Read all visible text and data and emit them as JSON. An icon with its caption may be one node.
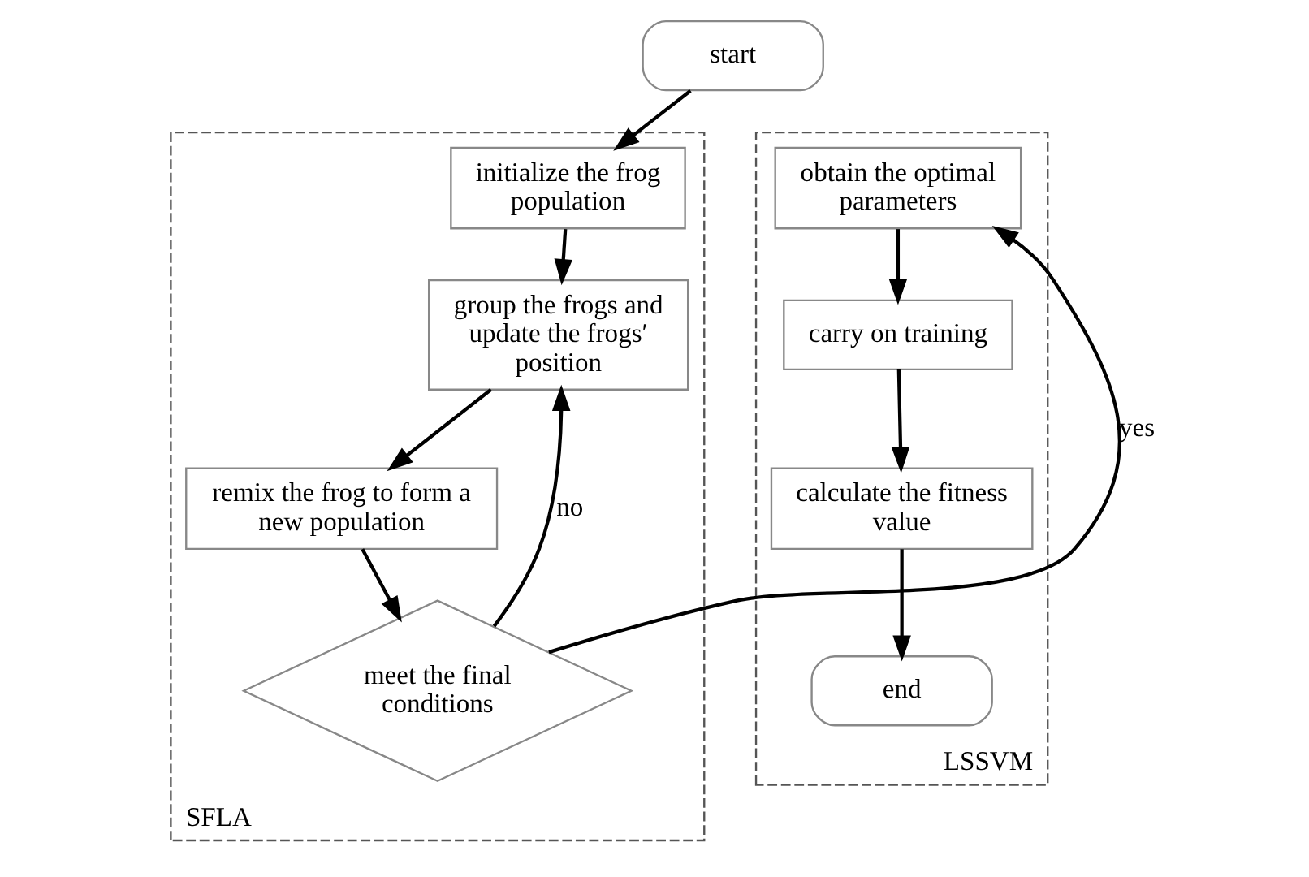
{
  "diagram": {
    "nodes": [
      {
        "text": [
          "start"
        ]
      },
      {
        "text": [
          "SFLA"
        ]
      },
      {
        "text": [
          "initialize the frog population"
        ],
        "in": 1
      },
      {
        "text": [
          "group the frogs and update the frogs′ position"
        ],
        "in": 1
      },
      {
        "text": [
          "remix the frog to form a new population"
        ],
        "in": 1
      },
      {
        "text": [
          "meet the final conditions"
        ],
        "in": 1
      },
      {
        "text": [
          "LSSVM"
        ]
      },
      {
        "text": [
          "obtain the optimal parameters"
        ],
        "in": 6
      },
      {
        "text": [
          "carry on training"
        ],
        "in": 6
      },
      {
        "text": [
          "calculate the fitness value"
        ],
        "in": 6
      },
      {
        "text": [
          "end"
        ],
        "in": 6
      }
    ],
    "edges": [
      {
        "from": 0,
        "to": 2,
        "arrow": "to"
      },
      {
        "from": 2,
        "to": 3,
        "arrow": "to"
      },
      {
        "from": 3,
        "to": 4,
        "arrow": "to"
      },
      {
        "from": 4,
        "to": 5,
        "arrow": "to"
      },
      {
        "from": 5,
        "to": 3,
        "arrow": "to",
        "label": "no"
      },
      {
        "from": 5,
        "to": 7,
        "arrow": "to",
        "label": "yes"
      },
      {
        "from": 7,
        "to": 8,
        "arrow": "to"
      },
      {
        "from": 8,
        "to": 9,
        "arrow": "to"
      },
      {
        "from": 9,
        "to": 10,
        "arrow": "to"
      }
    ]
  }
}
